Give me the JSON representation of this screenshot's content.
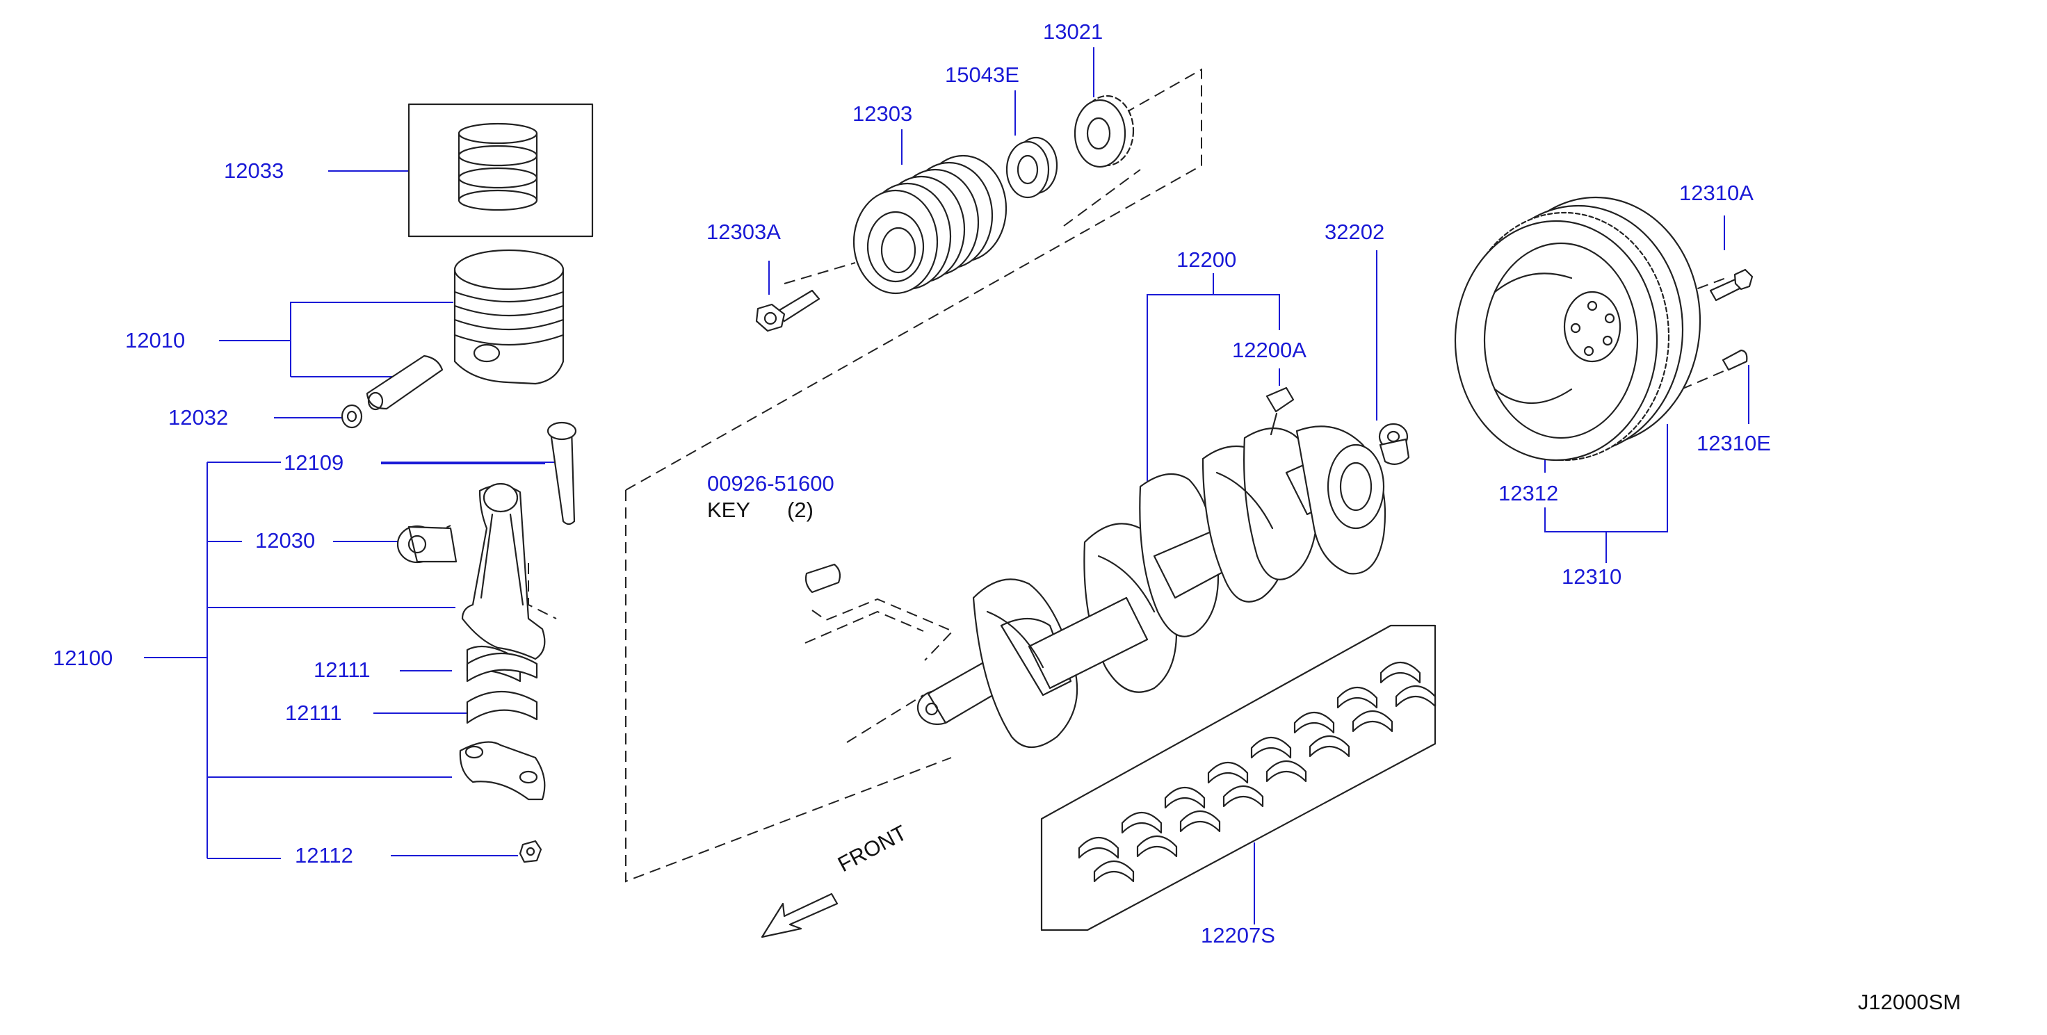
{
  "diagram_code": "J12000SM",
  "front_label": "FRONT",
  "key_note": {
    "part": "00926-51600",
    "desc": "KEY",
    "qty": "(2)"
  },
  "colors": {
    "callout": "#1a1ad6",
    "line": "#222222"
  },
  "parts": [
    {
      "number": "12033",
      "name": "piston-ring-set"
    },
    {
      "number": "12010",
      "name": "piston"
    },
    {
      "number": "12032",
      "name": "piston-pin-snap-ring"
    },
    {
      "number": "12109",
      "name": "connecting-rod-bolt"
    },
    {
      "number": "12030",
      "name": "connecting-rod-bushing"
    },
    {
      "number": "12100",
      "name": "connecting-rod-assembly"
    },
    {
      "number": "12111",
      "name": "connecting-rod-bearing-upper"
    },
    {
      "number": "12111",
      "name": "connecting-rod-bearing-lower"
    },
    {
      "number": "12112",
      "name": "connecting-rod-nut"
    },
    {
      "number": "12303",
      "name": "crankshaft-pulley"
    },
    {
      "number": "12303A",
      "name": "pulley-bolt"
    },
    {
      "number": "15043E",
      "name": "oil-pump-drive-spacer"
    },
    {
      "number": "13021",
      "name": "crankshaft-sprocket"
    },
    {
      "number": "12200",
      "name": "crankshaft"
    },
    {
      "number": "12200A",
      "name": "crankshaft-plug"
    },
    {
      "number": "32202",
      "name": "pilot-bushing"
    },
    {
      "number": "12310A",
      "name": "flywheel-bolt"
    },
    {
      "number": "12310E",
      "name": "flywheel-dowel"
    },
    {
      "number": "12312",
      "name": "ring-gear"
    },
    {
      "number": "12310",
      "name": "flywheel-assembly"
    },
    {
      "number": "12207S",
      "name": "main-bearing-set"
    }
  ]
}
